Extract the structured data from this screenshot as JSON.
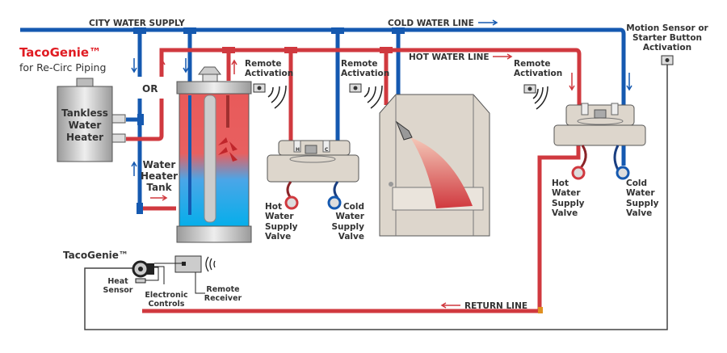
{
  "title": {
    "brand": "TacoGenie™",
    "subtitle": "for Re-Circ Piping"
  },
  "labels": {
    "city_water_supply": "CITY WATER SUPPLY",
    "cold_water_line": "COLD WATER LINE",
    "hot_water_line": "HOT WATER LINE",
    "return_line": "RETURN LINE",
    "or": "OR",
    "tankless": [
      "Tankless",
      "Water",
      "Heater"
    ],
    "tank": [
      "Water",
      "Heater",
      "Tank"
    ],
    "remote_activation": [
      "Remote",
      "Activation"
    ],
    "motion_sensor": [
      "Motion Sensor or",
      "Starter Button",
      "Activation"
    ],
    "hot_valve": [
      "Hot",
      "Water",
      "Supply",
      "Valve"
    ],
    "cold_valve": [
      "Cold",
      "Water",
      "Supply",
      "Valve"
    ],
    "pump_brand": "TacoGenie™",
    "heat_sensor": [
      "Heat",
      "Sensor"
    ],
    "electronic_controls": [
      "Electronic",
      "Controls"
    ],
    "remote_receiver": [
      "Remote",
      "Receiver"
    ],
    "faucet_hot": "H",
    "faucet_cold": "C"
  },
  "colors": {
    "cold": "#1559b0",
    "hot": "#d0393f",
    "wire": "#444444",
    "fixture": "#ddd6cc",
    "brand": "#e01b22"
  }
}
